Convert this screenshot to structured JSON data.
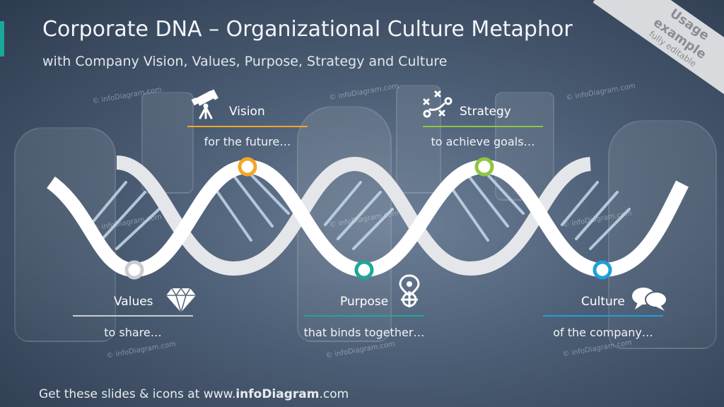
{
  "slide": {
    "title": "Corporate DNA – Organizational Culture Metaphor",
    "subtitle": "with Company Vision, Values, Purpose, Strategy and Culture"
  },
  "ribbon": {
    "line1": "Usage",
    "line2": "example",
    "line3": "fully editable"
  },
  "watermark": "© infoDiagram.com",
  "items": [
    {
      "label": "Vision",
      "desc": "for the future…",
      "icon": "telescope-icon",
      "color": "#f5a623"
    },
    {
      "label": "Strategy",
      "desc": "to achieve goals…",
      "icon": "strategy-play-icon",
      "color": "#8dc63f"
    },
    {
      "label": "Values",
      "desc": "to share…",
      "icon": "diamond-icon",
      "color": "#c9ccd1"
    },
    {
      "label": "Purpose",
      "desc": "that binds together…",
      "icon": "target-pin-icon",
      "color": "#1aa89a"
    },
    {
      "label": "Culture",
      "desc": "of the company…",
      "icon": "speech-bubbles-icon",
      "color": "#1ea0d8"
    }
  ],
  "footer": {
    "prefix": "Get these slides  &  icons  at www.",
    "brand": "infoDiagram",
    "suffix": ".com"
  }
}
